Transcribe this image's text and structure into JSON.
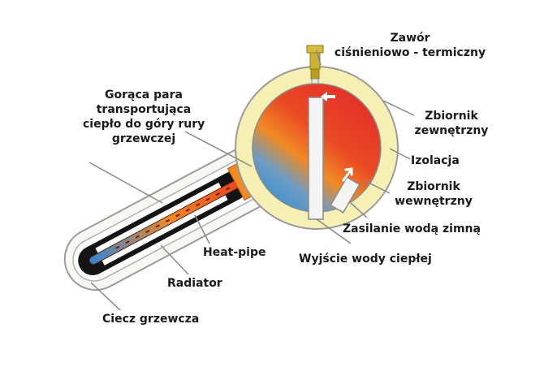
{
  "labels": {
    "valve_line1": "Zawór",
    "valve_line2": "ciśnieniowo - termiczny",
    "steam_line1": "Gorąca para",
    "steam_line2": "transportująca",
    "steam_line3": "ciepło do góry rury",
    "steam_line4": "grzewczej",
    "outer_tank_line1": "Zbiornik",
    "outer_tank_line2": "zewnętrzny",
    "insulation": "Izolacja",
    "inner_tank_line1": "Zbiornik",
    "inner_tank_line2": "wewnętrzny",
    "cold_water": "Zasilanie wodą zimną",
    "heat_pipe": "Heat-pipe",
    "hot_water_out": "Wyjście wody ciepłej",
    "radiator": "Radiator",
    "heating_fluid": "Ciecz grzewcza"
  },
  "colors": {
    "tank_outer": "#f6f0b4",
    "tank_hot": "#e6362a",
    "tank_warm": "#f08a24",
    "tank_cold": "#3a8fd0",
    "valve": "#c9ad2d",
    "coupling": "#f08a24",
    "pipe_black": "#111111",
    "tube_glass": "#f6f6f2"
  }
}
